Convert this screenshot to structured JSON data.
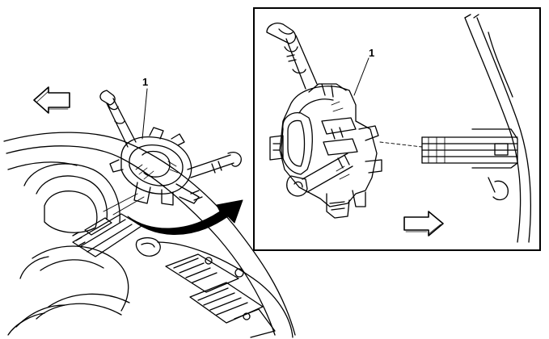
{
  "callouts": {
    "main": "1",
    "inset": "1"
  },
  "direction_arrows": {
    "main": "left",
    "inset": "right",
    "transition": "main-to-inset"
  },
  "colors": {
    "line": "#000000",
    "fill": "#ffffff",
    "inset_border": "#000000"
  }
}
